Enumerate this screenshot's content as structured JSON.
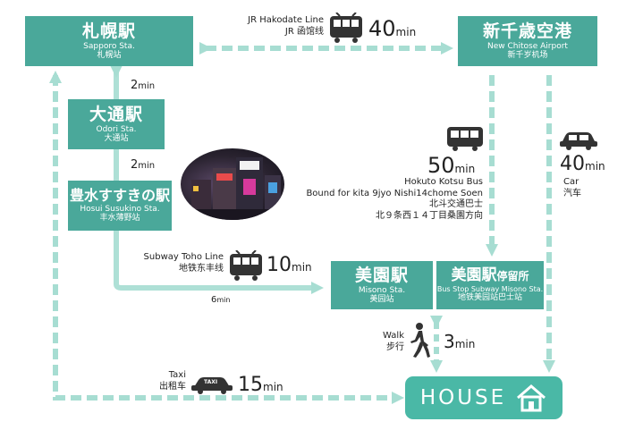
{
  "stations": {
    "sapporo": {
      "jp": "札幌駅",
      "en": "Sapporo Sta.",
      "cn": "札幌站"
    },
    "chitose": {
      "jp": "新千歳空港",
      "en": "New Chitose Airport",
      "cn": "新千岁机场"
    },
    "odori": {
      "jp": "大通駅",
      "en": "Odori Sta.",
      "cn": "大通站"
    },
    "hosui": {
      "jp": "豊水すすきの駅",
      "en": "Hosui Susukino Sta.",
      "cn": "丰水薄野站"
    },
    "misono": {
      "jp": "美園駅",
      "en": "Misono Sta.",
      "cn": "美园站"
    },
    "busstop": {
      "jp": "美園駅",
      "jp_suffix": "停留所",
      "en": "Bus Stop Subway Misono Sta.",
      "cn": "地铁美园站巴士站"
    }
  },
  "routes": {
    "jr": {
      "line_en": "JR Hakodate Line",
      "line_cn": "JR 函馆线",
      "time": "40",
      "unit": "min"
    },
    "sapporo_odori": {
      "time": "2",
      "unit": "min"
    },
    "odori_hosui": {
      "time": "2",
      "unit": "min"
    },
    "subway": {
      "line_en": "Subway Toho Line",
      "line_cn": "地铁东丰线",
      "time": "10",
      "unit": "min",
      "sub_time": "6",
      "sub_unit": "min"
    },
    "bus": {
      "time": "50",
      "unit": "min",
      "line1": "Hokuto Kotsu Bus",
      "line2": "Bound for kita 9jyo Nishi14chome Soen",
      "line3": "北斗交通巴士",
      "line4": "北９条西１４丁目桑園方向"
    },
    "car": {
      "time": "40",
      "unit": "min",
      "label_en": "Car",
      "label_cn": "汽车"
    },
    "walk": {
      "label_en": "Walk",
      "label_cn": "步行",
      "time": "3",
      "unit": "min"
    },
    "taxi": {
      "label_en": "Taxi",
      "label_cn": "出租车",
      "time": "15",
      "unit": "min",
      "sign": "TAXI"
    }
  },
  "house": {
    "label": "HOUSE"
  },
  "colors": {
    "station": "#4aa89a",
    "house": "#4ab8a6",
    "route": "#aee0d6",
    "dashed": "#a7ddd2",
    "icon": "#333333"
  }
}
